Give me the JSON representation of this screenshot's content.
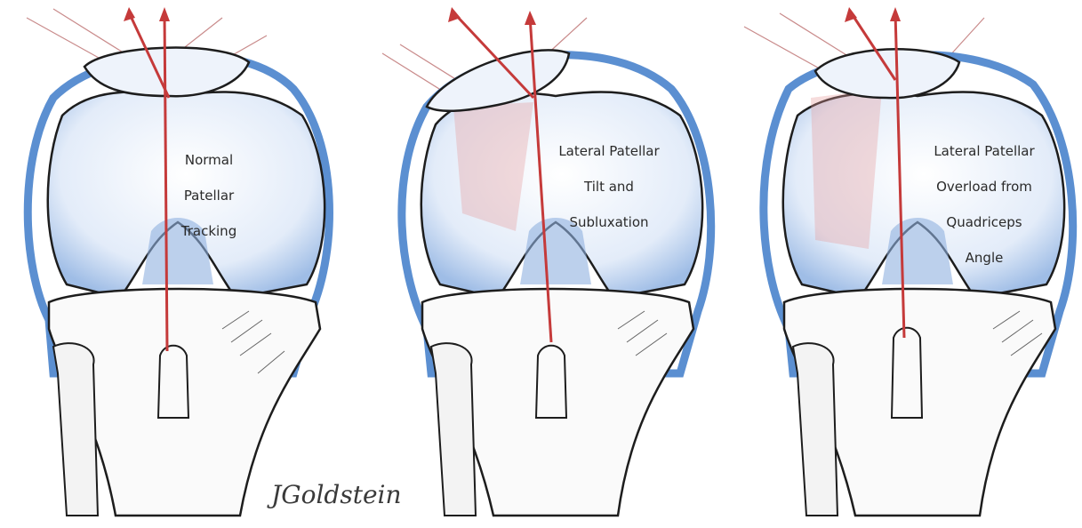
{
  "panels": [
    {
      "caption": [
        "Normal",
        "Patellar",
        "Tracking"
      ]
    },
    {
      "caption": [
        "Lateral Patellar",
        "Tilt and",
        "Subluxation"
      ]
    },
    {
      "caption": [
        "Lateral Patellar",
        "Overload from",
        "Quadriceps",
        "Angle"
      ]
    }
  ],
  "signature": "JGoldstein",
  "colors": {
    "cartilage_blue": "#5b8fd1",
    "bone_fill": "#eef3fb",
    "outline": "#1d1d1d",
    "force_red": "#c53a3a"
  }
}
